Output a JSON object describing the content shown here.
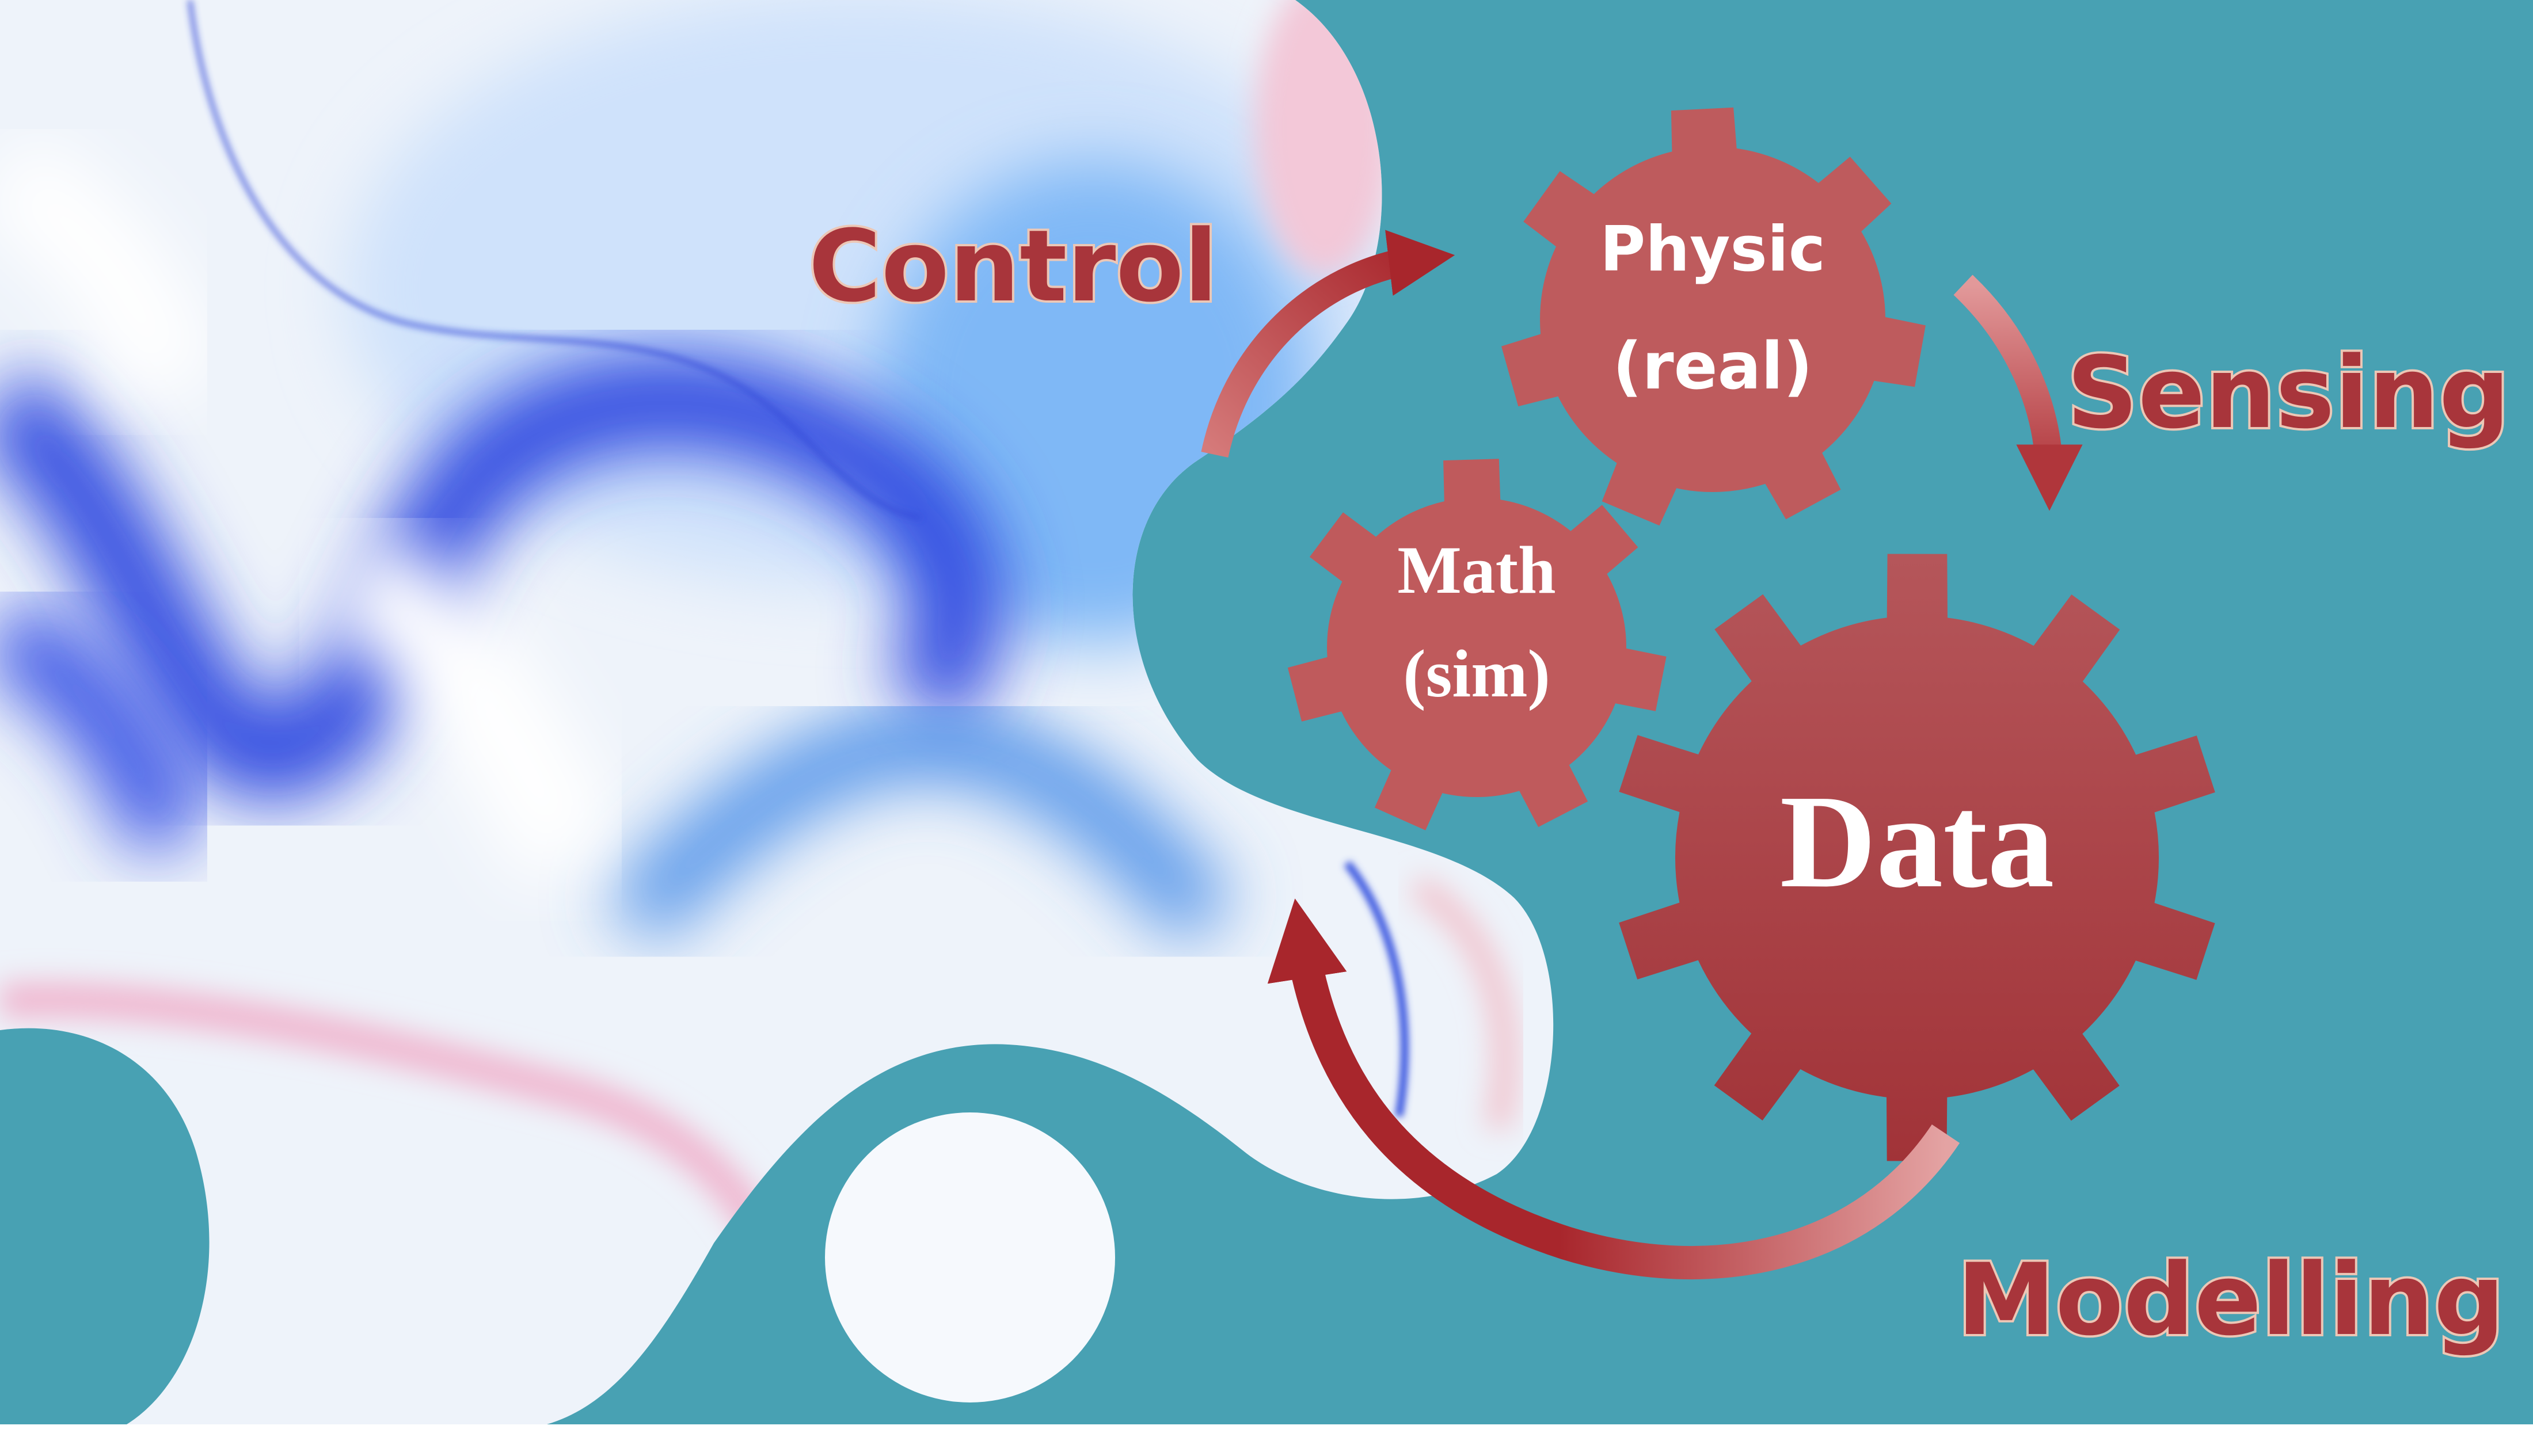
{
  "labels": {
    "control": "Control",
    "sensing": "Sensing",
    "modelling": "Modelling"
  },
  "gears": {
    "physic": {
      "line1": "Physic",
      "line2": "(real)"
    },
    "math": {
      "line1": "Math",
      "line2": "(sim)"
    },
    "data": {
      "line1": "Data"
    }
  },
  "colors": {
    "teal_background": "#48a1b3",
    "gear_light": "#be5b5d",
    "gear_dark": "#a33338",
    "arrow_red": "#a8262c",
    "label_red": "#a8353b",
    "label_outline": "#ecc7b6",
    "swirl_blue": "#2f48e0",
    "swirl_white": "#f3f6fb"
  }
}
